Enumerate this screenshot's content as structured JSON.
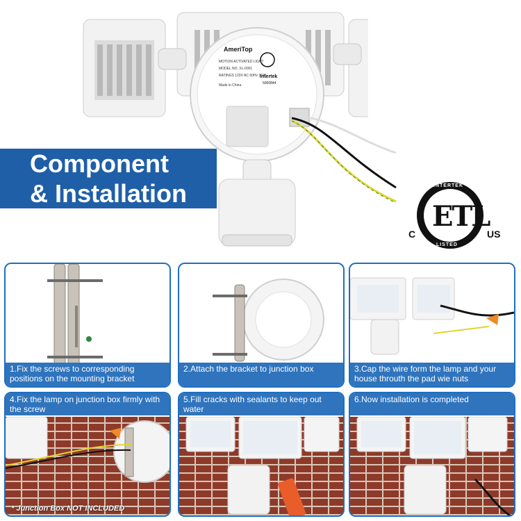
{
  "banner": {
    "title_line1": "Component",
    "title_line2": "& Installation"
  },
  "lamp_label": {
    "brand": "AmeriTop",
    "line1": "MOTION ACTIVATED LIGHT",
    "line2": "MODEL NO. XL-0001",
    "line3": "RATINGS 120V AC 60Hz 31W",
    "line4": "Made in China",
    "cert": "Intertek",
    "cert_no": "5000844"
  },
  "certification": {
    "c": "C",
    "us": "US",
    "top": "INTERTEK",
    "bottom": "LISTED",
    "mark": "ETL"
  },
  "steps": [
    {
      "text": "1.Fix the screws to corresponding positions on the mounting bracket"
    },
    {
      "text": "2.Attach the bracket to junction box"
    },
    {
      "text": "3.Cap the wire form the lamp and your house throuth the pad wie nuts"
    },
    {
      "text": "4.Fix the lamp on junction box firmly with the screw"
    },
    {
      "text": "5.Fill cracks with sealants to keep out water"
    },
    {
      "text": "6.Now installation is completed"
    }
  ],
  "footnote": "* Junction Box NOT INCLUDED",
  "colors": {
    "banner": "#1f5fa8",
    "caption": "#2f74bd",
    "panel_border": "#1e6fc0",
    "brick": "#9a4430"
  }
}
